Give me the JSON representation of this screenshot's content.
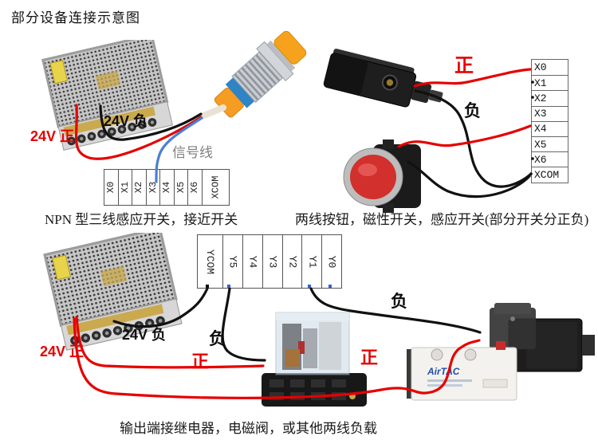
{
  "title": "部分设备连接示意图",
  "colors": {
    "positive_wire": "#e60000",
    "negative_wire": "#111111",
    "signal_wire": "#4a7fd4",
    "signal_label": "#7f7f7f"
  },
  "npn_section": {
    "labels": {
      "pos": "24V 正",
      "neg": "24V 负",
      "signal": "信号线"
    },
    "terminals": [
      "X0",
      "X1",
      "X2",
      "X3",
      "X4",
      "X5",
      "X6",
      "XCOM"
    ],
    "caption": "NPN 型三线感应开关，接近开关"
  },
  "input_section": {
    "labels": {
      "pos": "正",
      "neg": "负"
    },
    "terminals": [
      "X0",
      "X1",
      "X2",
      "X3",
      "X4",
      "X5",
      "X6",
      "XCOM"
    ],
    "caption": "两线按钮，磁性开关，感应开关(部分开关分正负)"
  },
  "output_section": {
    "labels": {
      "pos": "24V 正",
      "neg": "24V 负",
      "relay_pos": "正",
      "relay_neg": "负",
      "valve_pos": "正",
      "valve_neg": "负"
    },
    "terminals": [
      "YCOM",
      "Y5",
      "Y4",
      "Y3",
      "Y2",
      "Y1",
      "Y0"
    ],
    "caption": "输出端接继电器，电磁阀，或其他两线负载"
  },
  "valve": {
    "brand": "AirTAC"
  }
}
